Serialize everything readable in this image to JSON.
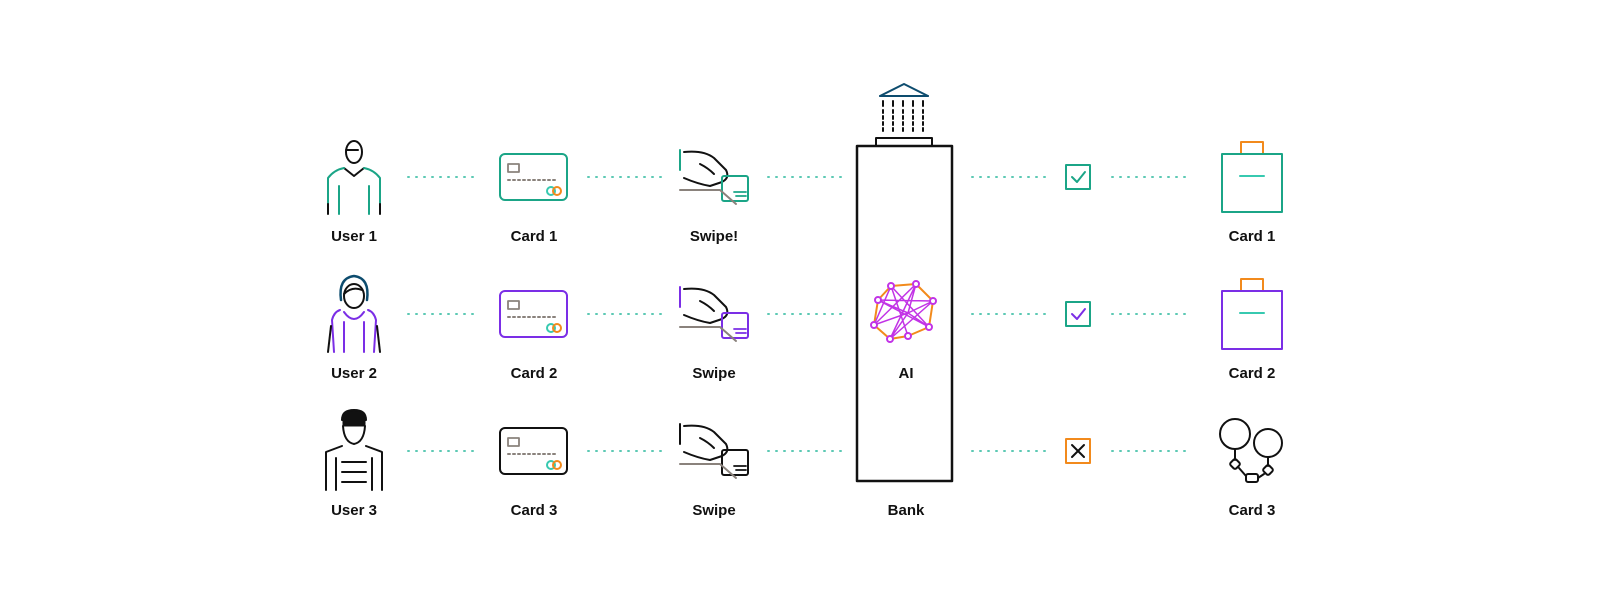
{
  "colors": {
    "teal": "#1BA587",
    "teal_light": "#37C9B0",
    "purple": "#7B2EE6",
    "magenta": "#C233E6",
    "orange": "#F28A1C",
    "navy": "#0D4C6E",
    "black": "#111111",
    "gray": "#8A827C",
    "dots": "#5CC9B4"
  },
  "rows": [
    {
      "user": "User 1",
      "card": "Card 1",
      "swipe": "Swipe!",
      "result": "Card 1",
      "status": "approved",
      "user_icon": "person-icon",
      "result_icon": "shopping-bag-icon"
    },
    {
      "user": "User 2",
      "card": "Card 2",
      "swipe": "Swipe",
      "result": "Card 2",
      "status": "approved",
      "user_icon": "woman-icon",
      "result_icon": "shopping-bag-icon"
    },
    {
      "user": "User 3",
      "card": "Card 3",
      "swipe": "Swipe",
      "result": "Card 3",
      "status": "declined",
      "user_icon": "thief-icon",
      "result_icon": "handcuffs-icon"
    }
  ],
  "bank": {
    "label": "Bank",
    "ai_label": "AI",
    "icon": "bank-building-icon",
    "ai_icon": "neural-network-icon"
  }
}
